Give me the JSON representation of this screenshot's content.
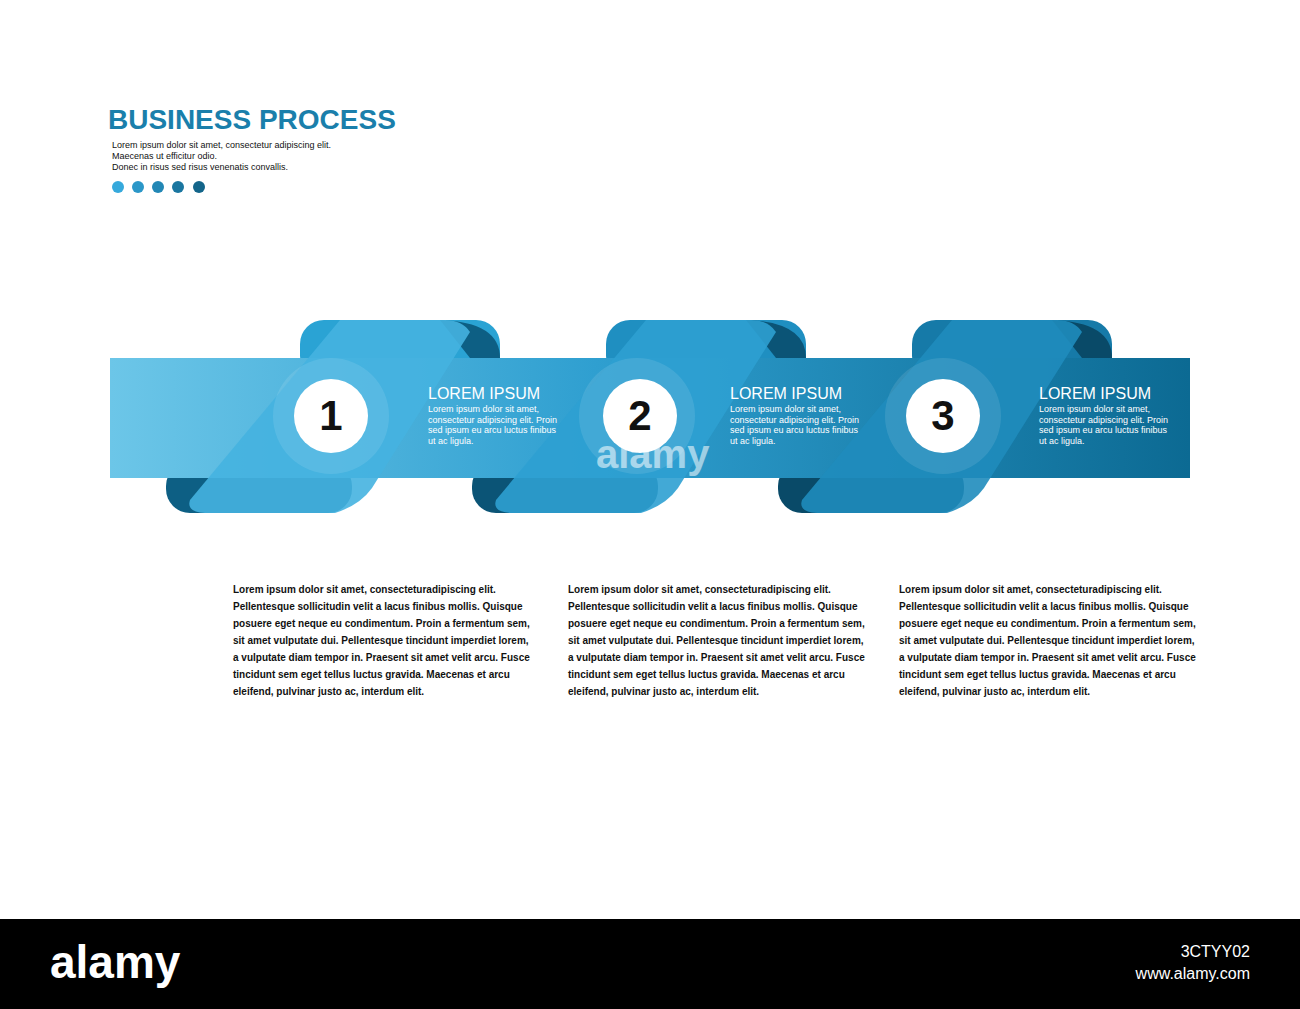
{
  "diagram": {
    "title": "BUSINESS PROCESS",
    "nodes": [
      {
        "text": [
          "1"
        ]
      },
      {
        "text": [
          "LOREM IPSUM",
          "Lorem ipsum dolor sit amet, consectetur adipiscing elit. Proin sed ipsum eu arcu luctus finibus ut ac ligula."
        ]
      },
      {
        "text": [
          "2"
        ]
      },
      {
        "text": [
          "LOREM IPSUM",
          "Lorem ipsum dolor sit amet, consectetur adipiscing elit. Proin sed ipsum eu arcu luctus finibus ut ac ligula."
        ]
      },
      {
        "text": [
          "3"
        ]
      },
      {
        "text": [
          "LOREM IPSUM",
          "Lorem ipsum dolor sit amet, consectetur adipiscing elit. Proin sed ipsum eu arcu luctus finibus ut ac ligula."
        ]
      }
    ],
    "labels": [
      "Lorem ipsum dolor sit amet, consectetur adipiscing elit.",
      "Maecenas ut efficitur odio.",
      "Donec in risus sed risus venenatis convallis.",
      "Lorem ipsum dolor sit amet, consecteturadipiscing elit. Pellentesque sollicitudin velit a lacus finibus mollis. Quisque posuere eget neque eu condimentum. Proin a fermentum sem, sit amet vulputate dui. Pellentesque tincidunt imperdiet lorem, a vulputate diam tempor in. Praesent sit amet velit arcu. Fusce tincidunt sem eget tellus luctus gravida. Maecenas et arcu eleifend, pulvinar justo ac, interdum elit.",
      "Lorem ipsum dolor sit amet, consecteturadipiscing elit. Pellentesque sollicitudin velit a lacus finibus mollis. Quisque posuere eget neque eu condimentum. Proin a fermentum sem, sit amet vulputate dui. Pellentesque tincidunt imperdiet lorem, a vulputate diam tempor in. Praesent sit amet velit arcu. Fusce tincidunt sem eget tellus luctus gravida. Maecenas et arcu eleifend, pulvinar justo ac, interdum elit.",
      "Lorem ipsum dolor sit amet, consecteturadipiscing elit. Pellentesque sollicitudin velit a lacus finibus mollis. Quisque posuere eget neque eu condimentum. Proin a fermentum sem, sit amet vulputate dui. Pellentesque tincidunt imperdiet lorem, a vulputate diam tempor in. Praesent sit amet velit arcu. Fusce tincidunt sem eget tellus luctus gravida. Maecenas et arcu eleifend, pulvinar justo ac, interdum elit.",
      "alamy",
      "alamy",
      "3CTYY02",
      "www.alamy.com"
    ]
  }
}
